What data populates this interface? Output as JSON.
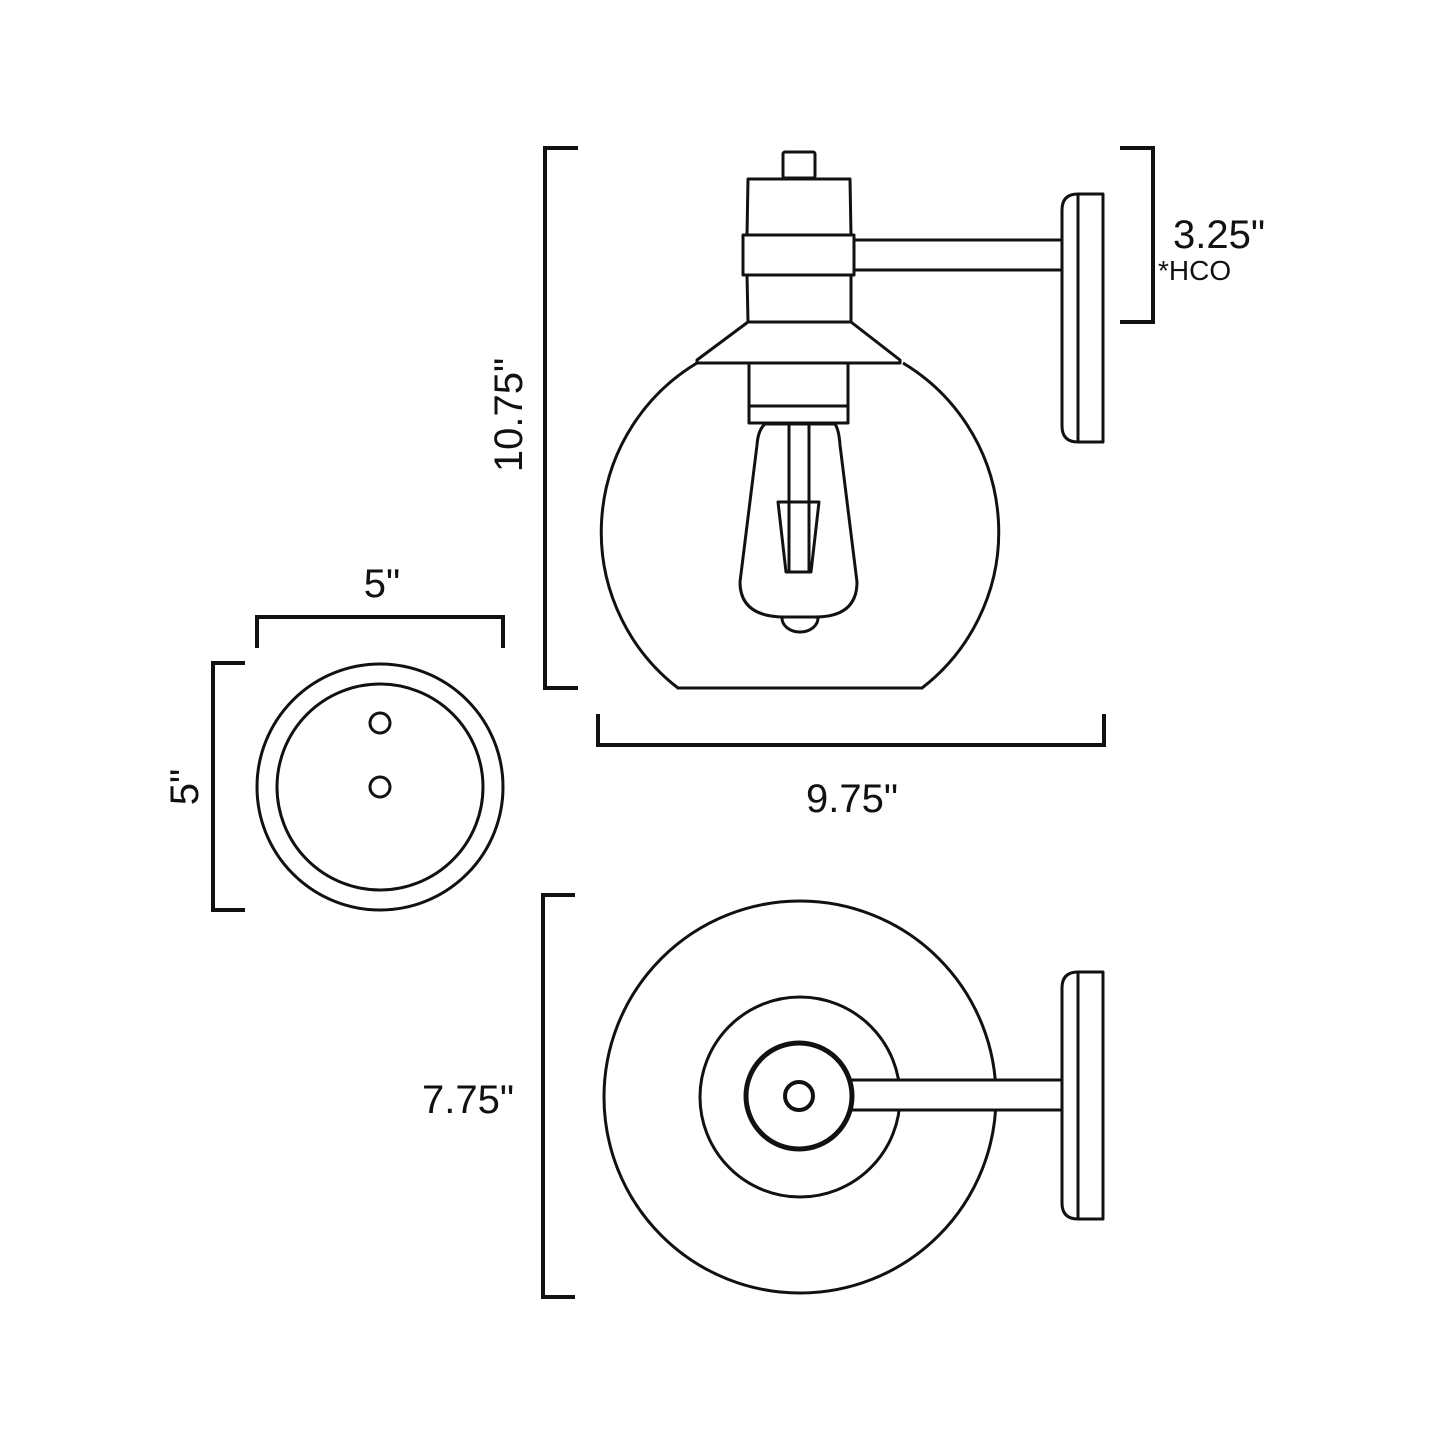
{
  "dimensions": {
    "height": "10.75\"",
    "width": "9.75\"",
    "hco": "3.25\"",
    "hco_note": "*HCO",
    "backplate_width": "5\"",
    "backplate_height": "5\"",
    "extension": "7.75\""
  },
  "colors": {
    "line": "#111111",
    "background": "#ffffff"
  }
}
